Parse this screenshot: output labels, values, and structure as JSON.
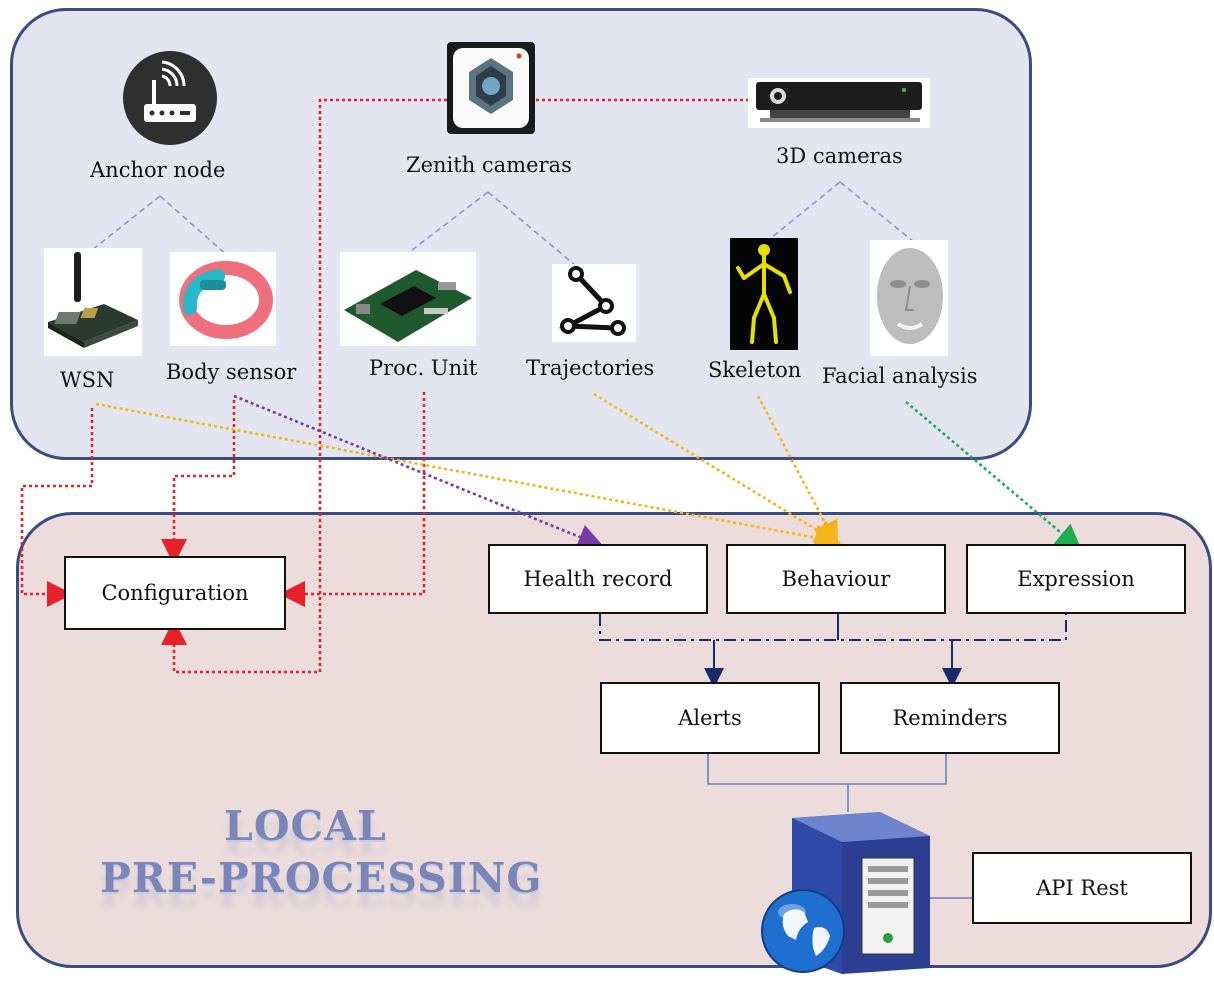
{
  "top_panel": {
    "anchor_node": "Anchor node",
    "zenith_cameras": "Zenith cameras",
    "cameras_3d": "3D cameras",
    "wsn": "WSN",
    "body_sensor": "Body sensor",
    "proc_unit": "Proc. Unit",
    "trajectories": "Trajectories",
    "skeleton": "Skeleton",
    "facial_analysis": "Facial analysis"
  },
  "bottom_panel": {
    "configuration": "Configuration",
    "health_record": "Health record",
    "behaviour": "Behaviour",
    "expression": "Expression",
    "alerts": "Alerts",
    "reminders": "Reminders",
    "api_rest": "API Rest",
    "title_line1": "LOCAL",
    "title_line2": "PRE-PROCESSING"
  },
  "colors": {
    "panel_border": "#3a4d80",
    "top_panel_fill": "#e3e6f1",
    "bottom_panel_fill": "#ecdcdc",
    "config_link": "#e8202a",
    "behaviour_link": "#f2b51c",
    "health_link": "#7a3aa6",
    "expression_link": "#1fae4e",
    "hierarchy_link": "#8b96c8",
    "output_link": "#1a2a6c"
  },
  "icons": [
    "router-icon",
    "camera-icon",
    "kinect-icon",
    "wsn-board-icon",
    "wristband-icon",
    "fpga-board-icon",
    "trajectory-icon",
    "skeleton-icon",
    "face-mesh-icon",
    "server-icon",
    "globe-icon"
  ]
}
